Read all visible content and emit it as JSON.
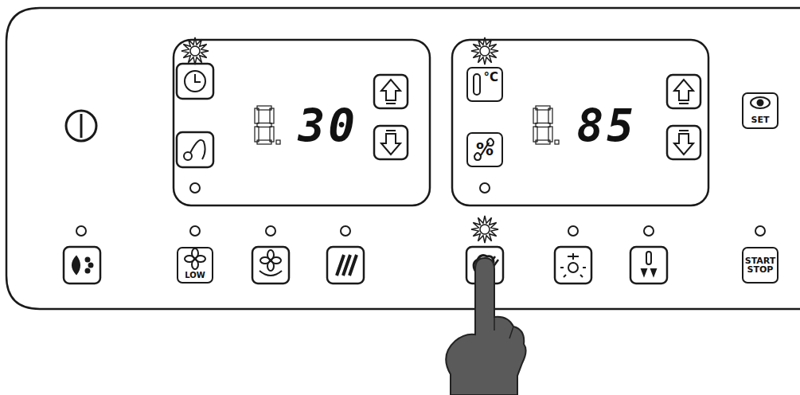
{
  "diagram": {
    "nodes": [
      {
        "text": [
          "30"
        ]
      },
      {
        "text": [
          "85"
        ]
      },
      {
        "text": [
          "°C"
        ]
      },
      {
        "text": [
          "%"
        ]
      },
      {
        "text": [
          "SET"
        ]
      },
      {
        "text": [
          "LOW"
        ]
      },
      {
        "text": [
          "START STOP"
        ]
      }
    ]
  }
}
